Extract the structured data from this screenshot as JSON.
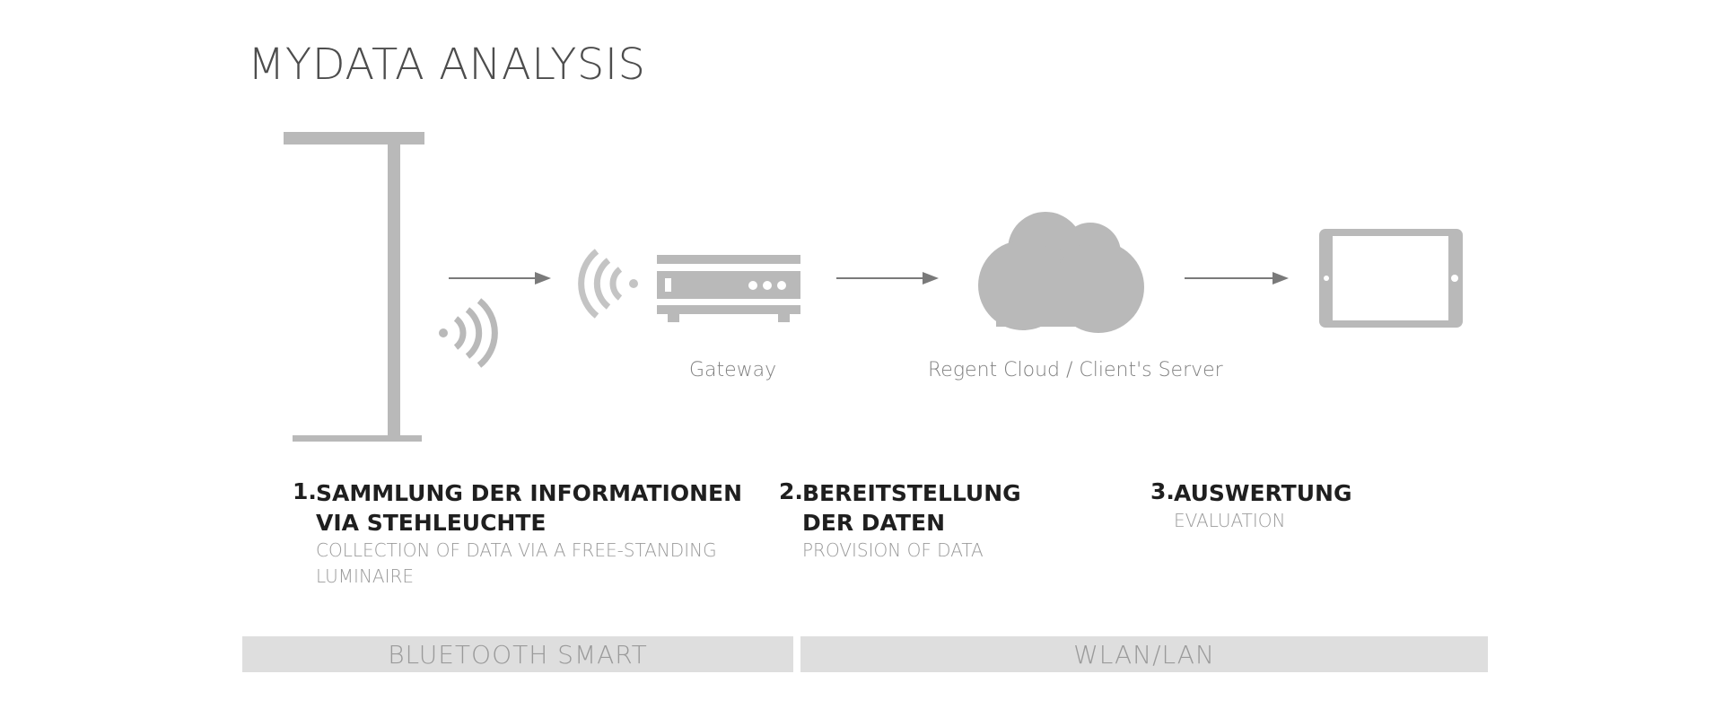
{
  "title": "MYDATA ANALYSIS",
  "nodes": {
    "gateway_label": "Gateway",
    "cloud_label": "Regent Cloud / Client's Server"
  },
  "steps": [
    {
      "number": "1.",
      "heading": [
        "SAMMLUNG DER INFORMATIONEN",
        "VIA STEHLEUCHTE"
      ],
      "subtitle": [
        "COLLECTION OF DATA VIA A FREE-STANDING",
        "LUMINAIRE"
      ]
    },
    {
      "number": "2.",
      "heading": [
        "BEREITSTELLUNG",
        "DER DATEN"
      ],
      "subtitle": [
        "PROVISION OF DATA"
      ]
    },
    {
      "number": "3.",
      "heading": [
        "AUSWERTUNG"
      ],
      "subtitle": [
        "EVALUATION"
      ]
    }
  ],
  "bands": {
    "left": "BLUETOOTH SMART",
    "right": "WLAN/LAN"
  },
  "colors": {
    "icon": "#b9b9b9",
    "arrow": "#7a7a7a",
    "band": "#dedede"
  }
}
